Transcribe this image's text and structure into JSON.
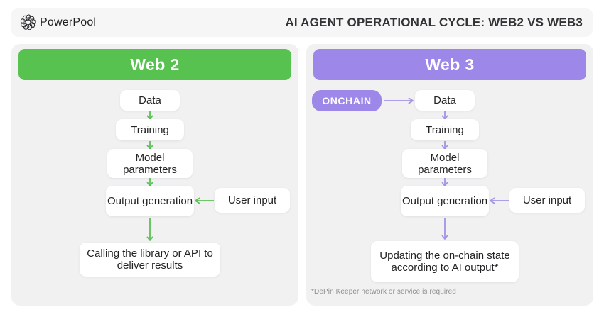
{
  "header": {
    "brand": "PowerPool",
    "title": "AI AGENT OPERATIONAL CYCLE: WEB2 VS WEB3"
  },
  "colors": {
    "web2_header_green": "#57C24F",
    "web2_arrow_green": "#5CBF58",
    "web3_header_purple": "#9D87E9",
    "web3_arrow_purple": "#A492E4",
    "panel_background": "#F1F1F2",
    "topbar_background": "#F6F6F7",
    "node_background": "#FFFFFF"
  },
  "web2": {
    "title": "Web 2",
    "nodes": {
      "data": "Data",
      "training": "Training",
      "model": "Model parameters",
      "output": "Output generation",
      "final": "Calling the library or API to deliver results"
    },
    "side_input": "User input"
  },
  "web3": {
    "title": "Web 3",
    "onchain_label": "ONCHAIN",
    "nodes": {
      "data": "Data",
      "training": "Training",
      "model": "Model parameters",
      "output": "Output generation",
      "final": "Updating the on-chain state according to AI output*"
    },
    "side_input": "User input",
    "footnote": "*DePin Keeper network or service is required"
  }
}
